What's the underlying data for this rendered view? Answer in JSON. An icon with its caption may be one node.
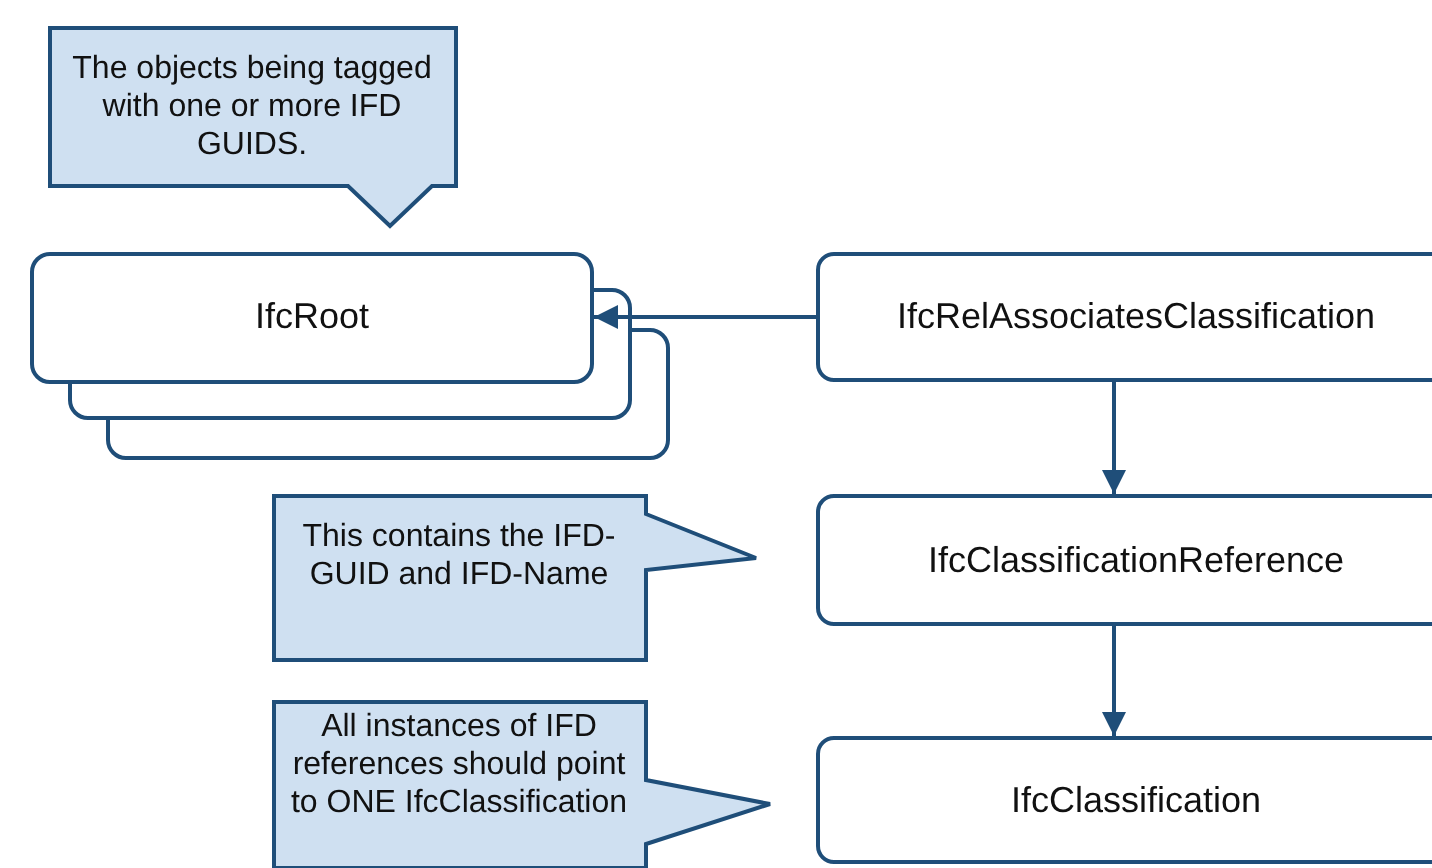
{
  "diagram": {
    "nodes": [
      {
        "text": [
          "The objects being tagged with one or more IFD GUIDS."
        ]
      },
      {
        "text": [
          "IfcRoot"
        ]
      },
      {
        "text": [
          "IfcRelAssociatesClassification"
        ]
      },
      {
        "text": [
          "This contains the IFD-GUID and IFD-Name"
        ]
      },
      {
        "text": [
          "IfcClassificationReference"
        ]
      },
      {
        "text": [
          "All instances of IFD references should point to ONE IfcClassification"
        ]
      },
      {
        "text": [
          "IfcClassification"
        ]
      }
    ],
    "edges": [
      {
        "from": 2,
        "to": 1,
        "arrow": "to"
      },
      {
        "from": 2,
        "to": 4,
        "arrow": "to"
      },
      {
        "from": 4,
        "to": 6,
        "arrow": "to"
      }
    ]
  }
}
